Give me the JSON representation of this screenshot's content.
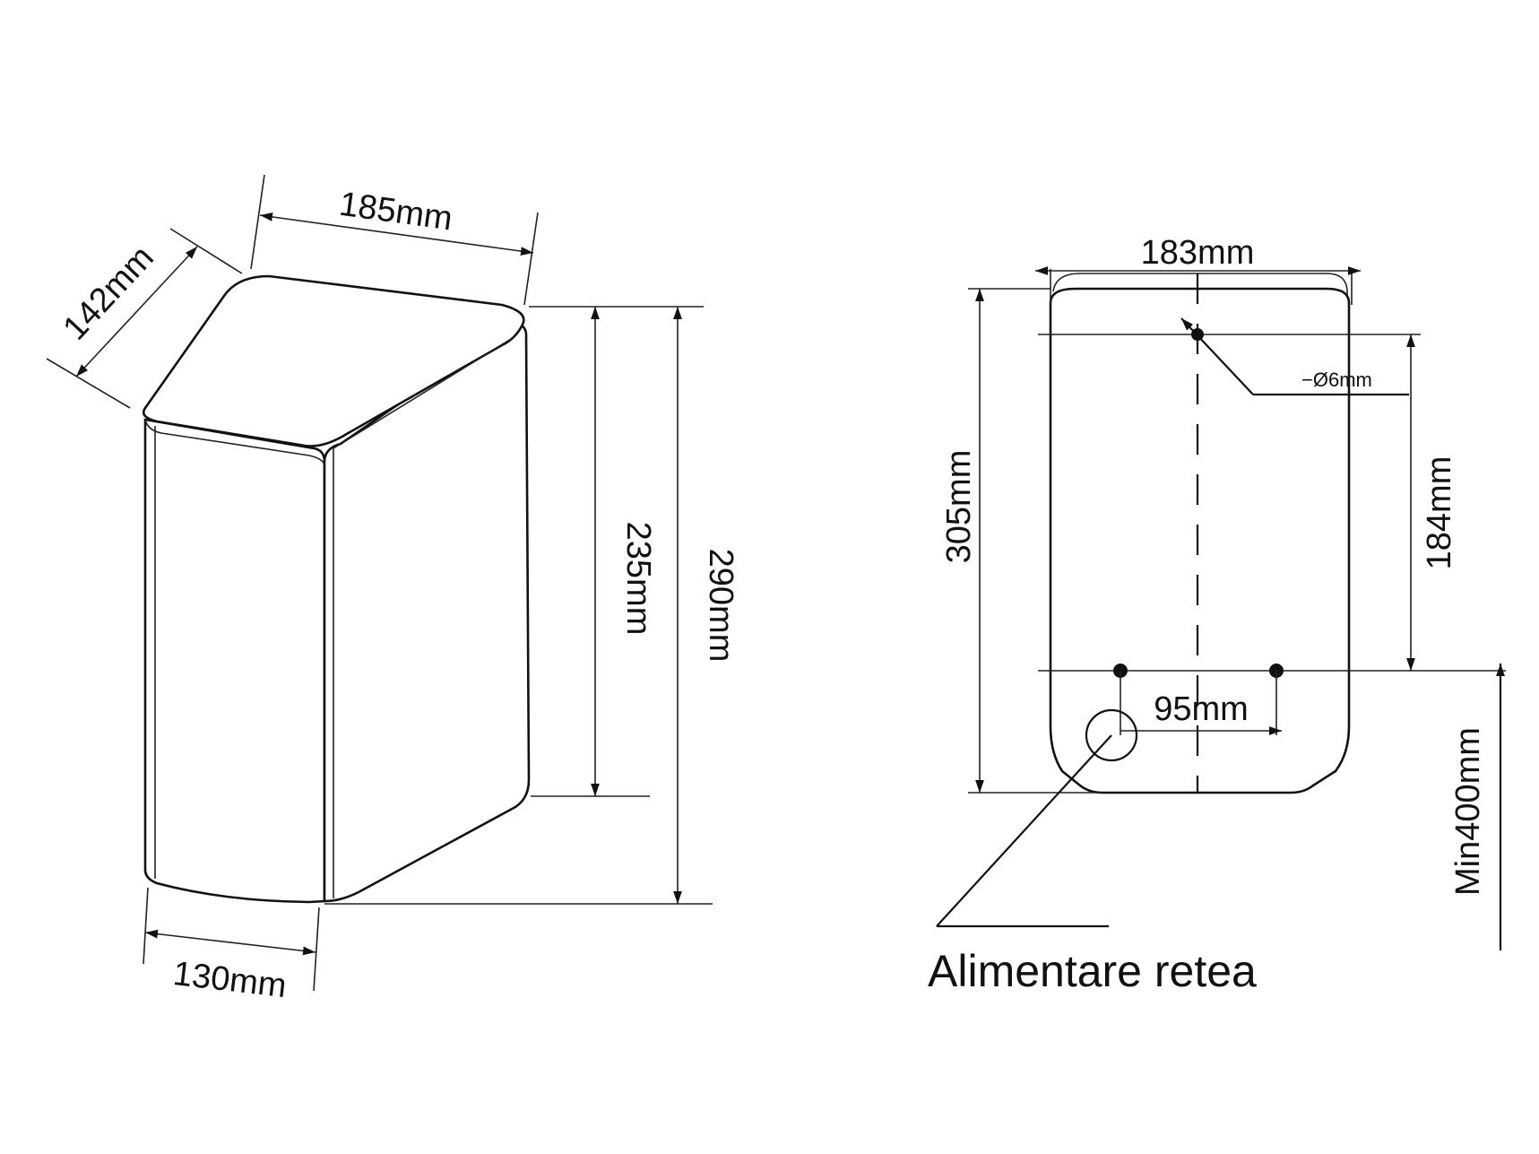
{
  "left_view": {
    "width_label": "185mm",
    "depth_label": "142mm",
    "bottom_label": "130mm",
    "height_label": "235mm",
    "total_height_label": "290mm"
  },
  "right_view": {
    "width_label": "183mm",
    "hole_label": "−Ø6mm",
    "height_label": "305mm",
    "mount_height_label": "184mm",
    "hole_spacing_label": "95mm",
    "min_clearance_label": "Min400mm"
  },
  "caption": "Alimentare retea"
}
